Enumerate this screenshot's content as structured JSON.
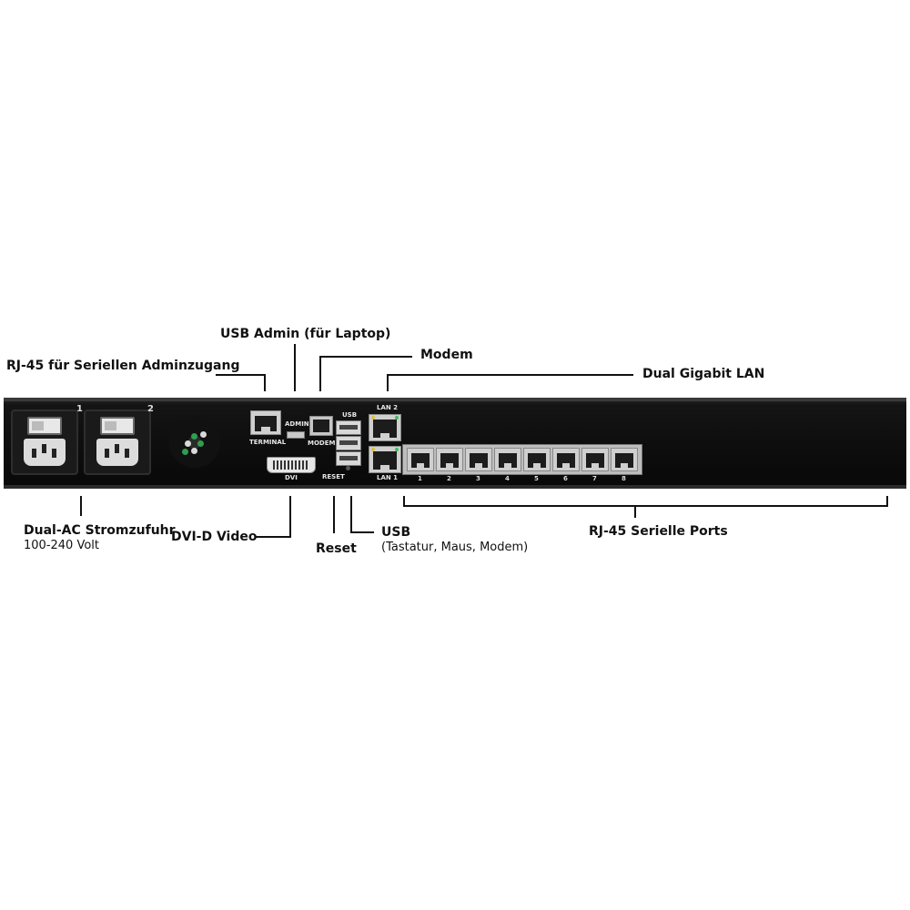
{
  "labels": {
    "rj45_admin": "RJ-45 für Seriellen Adminzugang",
    "usb_admin": "USB Admin (für Laptop)",
    "modem": "Modem",
    "dual_lan": "Dual Gigabit LAN",
    "dual_ac": "Dual-AC Stromzufuhr",
    "dual_ac_sub": "100-240 Volt",
    "dvi": "DVI-D Video",
    "reset": "Reset",
    "usb": "USB",
    "usb_sub": "(Tastatur, Maus, Modem)",
    "serial_ports": "RJ-45 Serielle Ports"
  },
  "device": {
    "psu1": "1",
    "psu2": "2",
    "terminal": "TERMINAL",
    "admin": "ADMIN",
    "modem": "MODEM",
    "usb": "USB",
    "reset": "RESET",
    "dvi": "DVI",
    "lan1": "LAN 1",
    "lan2": "LAN 2",
    "ports": [
      "1",
      "2",
      "3",
      "4",
      "5",
      "6",
      "7",
      "8"
    ]
  },
  "colors": {
    "chassis": "#0d0d0d",
    "port_metal": "#cfcfcf",
    "fan_led": "#2e9e4f"
  }
}
